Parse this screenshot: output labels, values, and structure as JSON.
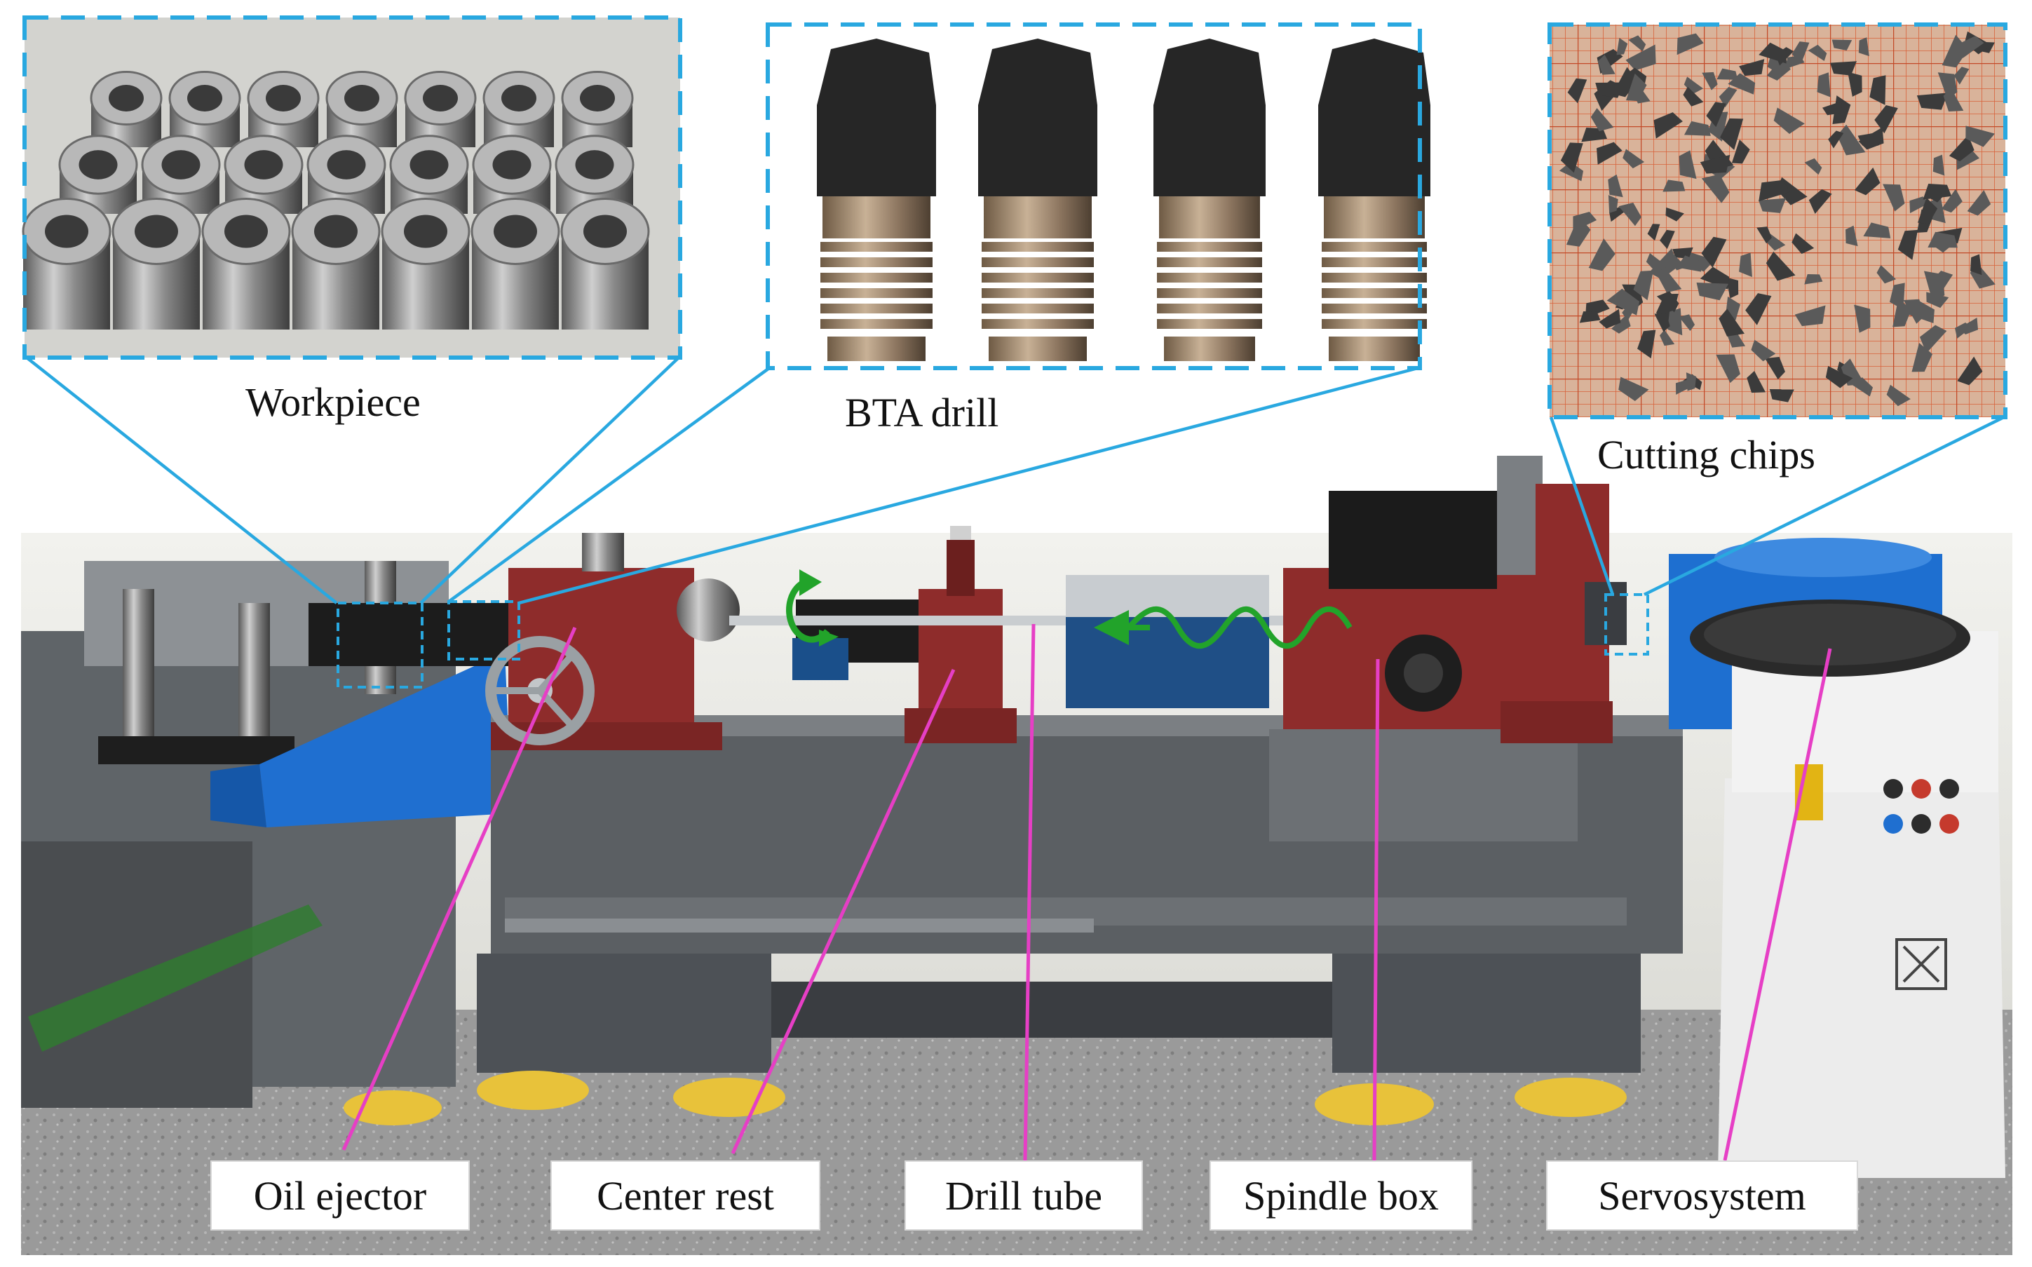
{
  "figure": {
    "insets": {
      "workpiece": "Workpiece",
      "bta_drill": "BTA drill",
      "cutting_chips": "Cutting chips"
    },
    "labels": {
      "oil_ejector": "Oil ejector",
      "center_rest": "Center rest",
      "drill_tube": "Drill tube",
      "spindle_box": "Spindle box",
      "servosystem": "Servosystem"
    },
    "colors": {
      "inset_border": "#29a8e0",
      "leader_line": "#e63fc5",
      "motion_arrow": "#22a32a",
      "machine_red": "#8e2c2b",
      "machine_blue": "#1e6fd0"
    }
  }
}
